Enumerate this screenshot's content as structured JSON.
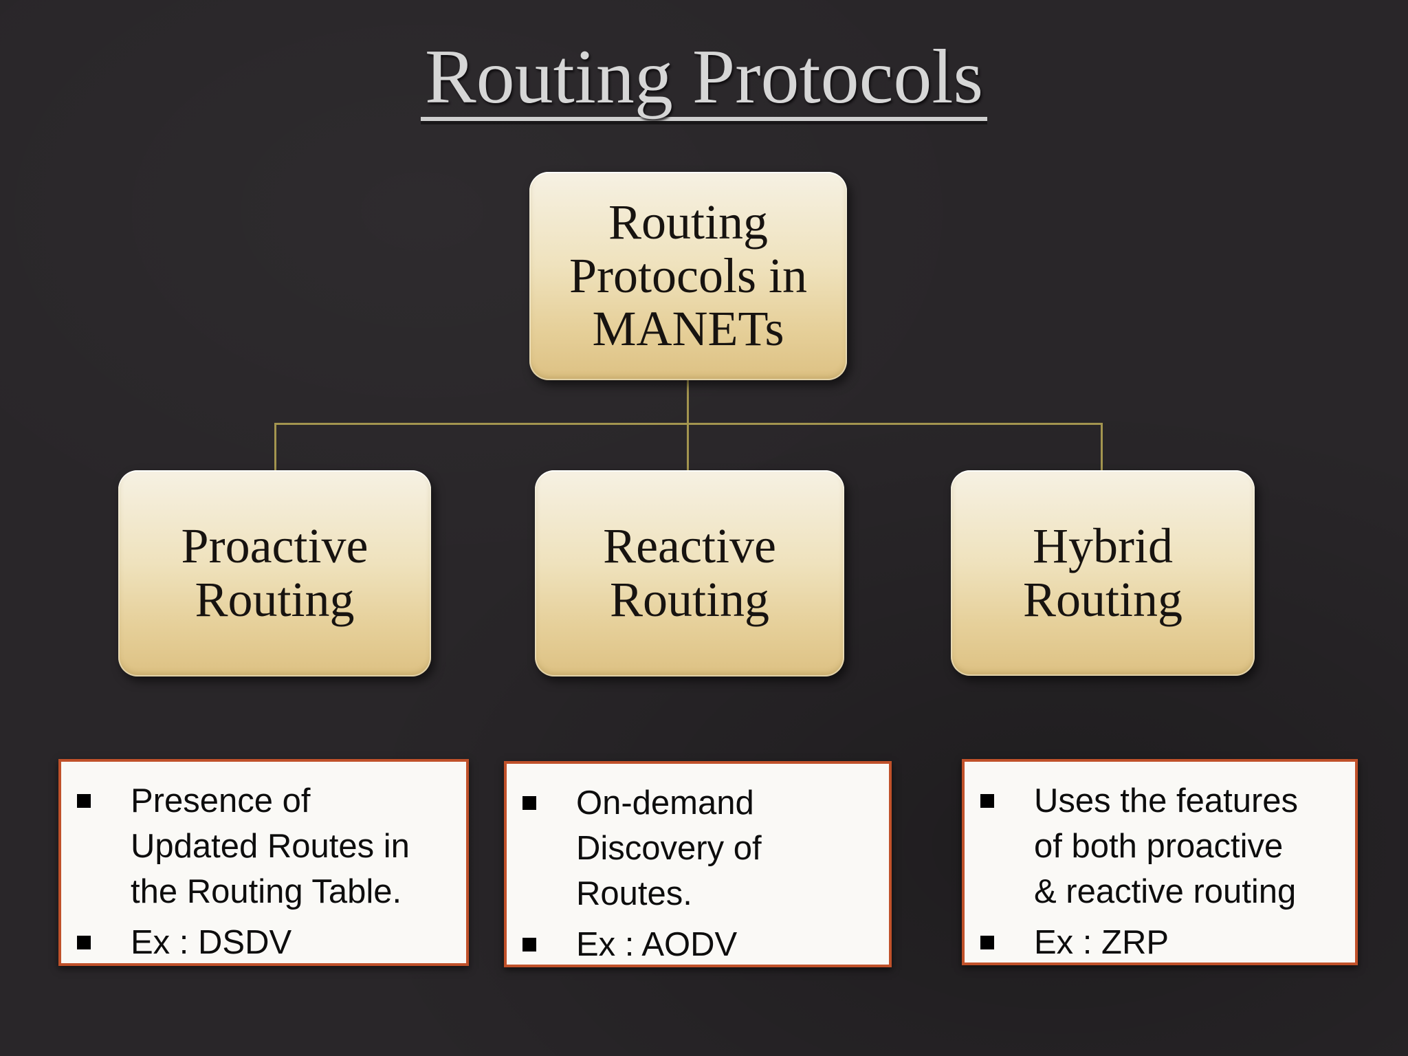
{
  "slide": {
    "title": "Routing Protocols"
  },
  "tree": {
    "root": {
      "label": "Routing\nProtocols in\nMANETs"
    },
    "children": [
      {
        "label": "Proactive\nRouting"
      },
      {
        "label": "Reactive\nRouting"
      },
      {
        "label": "Hybrid\nRouting"
      }
    ]
  },
  "notes": [
    {
      "bullets": [
        "Presence of\nUpdated Routes in\nthe Routing Table.",
        "Ex : DSDV"
      ]
    },
    {
      "bullets": [
        "On-demand\nDiscovery of\nRoutes.",
        "Ex : AODV"
      ]
    },
    {
      "bullets": [
        "Uses the features\nof both proactive\n& reactive routing",
        "Ex : ZRP"
      ]
    }
  ],
  "colors": {
    "background": "#292629",
    "title_text": "#d6d6d6",
    "title_underline": "#cfcfcf",
    "node_fill_top": "#f6f1e3",
    "node_fill_bottom": "#ddc183",
    "node_text": "#171310",
    "connector": "#a3954f",
    "note_background": "#faf9f6",
    "note_border": "#c0512a",
    "note_text": "#0d0d0d",
    "bullet": "#000000"
  }
}
